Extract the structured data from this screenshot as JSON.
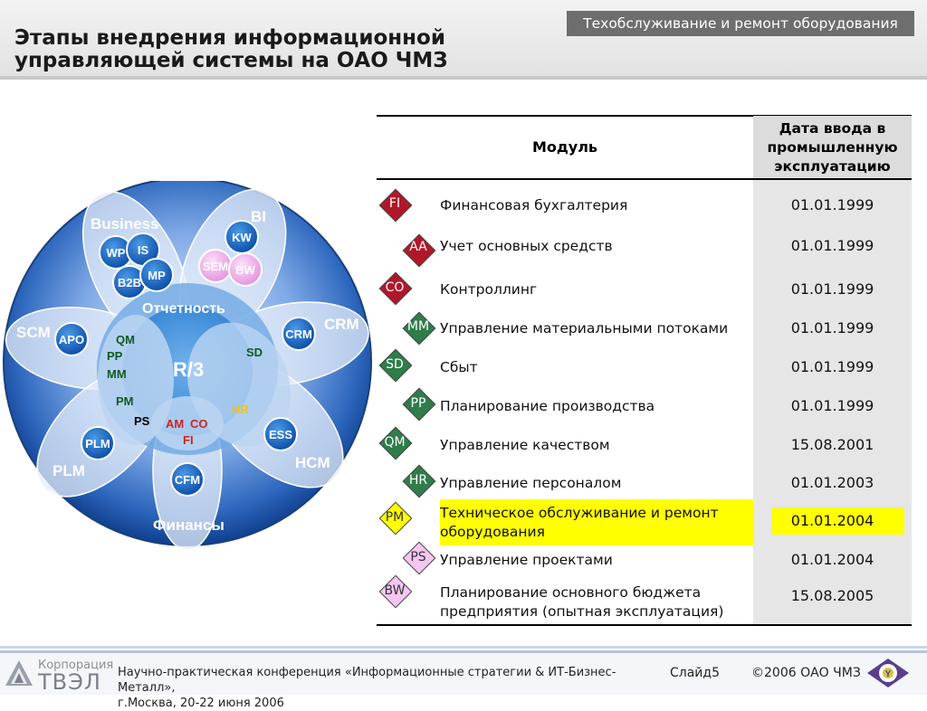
{
  "header": {
    "banner": "Техобслуживание и ремонт оборудования",
    "title_line1": "Этапы внедрения информационной",
    "title_line2": "управляющей системы на ОАО ЧМЗ"
  },
  "diagram": {
    "center": "R/3",
    "reporting": "Отчетность",
    "petals": {
      "business": "Business",
      "bi": "BI",
      "scm": "SCM",
      "crm": "CRM",
      "plm": "PLM",
      "hcm": "HCM",
      "finance": "Финансы"
    },
    "nodes": {
      "wp": "WP",
      "is": "IS",
      "b2b": "B2B",
      "mp": "MP",
      "kw": "KW",
      "sem": "SEM",
      "bw": "BW",
      "apo": "APO",
      "crm": "CRM",
      "plm": "PLM",
      "cfm": "CFM",
      "ess": "ESS"
    },
    "modules": {
      "qm": "QM",
      "pp": "PP",
      "mm": "MM",
      "pm": "PM",
      "ps": "PS",
      "sd": "SD",
      "hr": "HR",
      "am": "AM",
      "co": "CO",
      "fi": "FI"
    }
  },
  "table": {
    "header_module": "Модуль",
    "header_date_line1": "Дата ввода в",
    "header_date_line2": "промышленную",
    "header_date_line3": "эксплуатацию",
    "rows": [
      {
        "code": "FI",
        "name": "Финансовая бухгалтерия",
        "date": "01.01.1999",
        "color": "#b0182a"
      },
      {
        "code": "AA",
        "name": "Учет основных средств",
        "date": "01.01.1999",
        "color": "#b0182a"
      },
      {
        "code": "CO",
        "name": "Контроллинг",
        "date": "01.01.1999",
        "color": "#b0182a"
      },
      {
        "code": "MM",
        "name": "Управление материальными потоками",
        "date": "01.01.1999",
        "color": "#2e7d4a"
      },
      {
        "code": "SD",
        "name": "Сбыт",
        "date": "01.01.1999",
        "color": "#2e7d4a"
      },
      {
        "code": "PP",
        "name": "Планирование производства",
        "date": "01.01.1999",
        "color": "#2e7d4a"
      },
      {
        "code": "QM",
        "name": "Управление качеством",
        "date": "15.08.2001",
        "color": "#2e7d4a"
      },
      {
        "code": "HR",
        "name": "Управление персоналом",
        "date": "01.01.2003",
        "color": "#2e7d4a"
      },
      {
        "code": "PM",
        "name_line1": "Техническое обслуживание и ремонт",
        "name_line2": "оборудования",
        "date": "01.01.2004",
        "color": "#ffff00"
      },
      {
        "code": "PS",
        "name": "Управление проектами",
        "date": "01.01.2004",
        "color": "#f4c6f0"
      },
      {
        "code": "BW",
        "name_line1": "Планирование основного бюджета",
        "name_line2": "предприятия (опытная эксплуатация)",
        "date": "15.08.2005",
        "color": "#f4c6f0"
      }
    ]
  },
  "footer": {
    "corp_small": "Корпорация",
    "corp_big": "ТВЭЛ",
    "conference_line1": "Научно-практическая конференция «Информационные стратегии & ИТ-Бизнес-Металл»,",
    "conference_line2": "г.Москва, 20-22 июня 2006",
    "slide": "Слайд5",
    "copyright": "©2006 ОАО ЧМЗ"
  },
  "colors": {
    "highlight": "#ffff00",
    "circle_blue": "#1f5fb0",
    "node_blue": "#1e6cc8",
    "module_green": "#0f5a22",
    "module_red": "#d42020"
  }
}
